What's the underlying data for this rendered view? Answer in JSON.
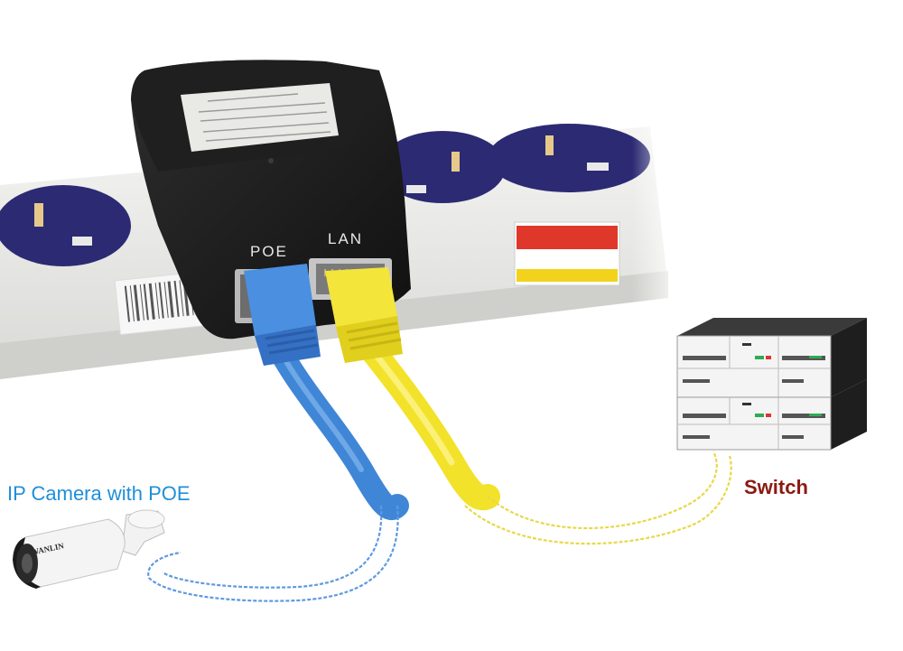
{
  "labels": {
    "camera": "IP Camera with POE",
    "switch": "Switch",
    "poe_port": "POE",
    "lan_port": "LAN",
    "camera_brand": "WANLIN"
  },
  "colors": {
    "poe_cable": "#3f86d6",
    "lan_cable": "#f2e22a",
    "injector": "#1c1c1c",
    "power_strip": "#ececea",
    "socket": "#2c2a73",
    "switch_label": "#8b1a12",
    "camera_label": "#1f8fd8"
  }
}
